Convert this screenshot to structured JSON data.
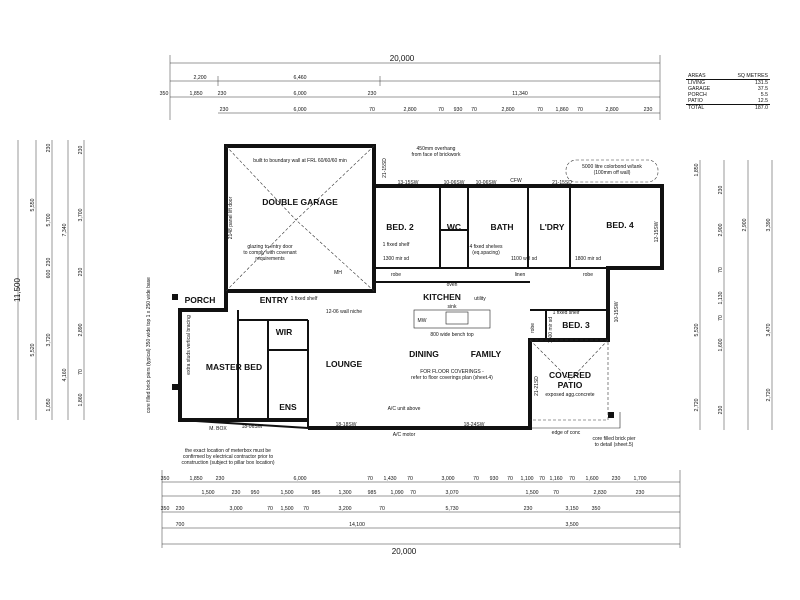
{
  "areas": {
    "header": [
      "AREAS",
      "SQ METRES"
    ],
    "rows": [
      {
        "name": "LIVING",
        "value": "131.5"
      },
      {
        "name": "GARAGE",
        "value": "37.5"
      },
      {
        "name": "PORCH",
        "value": "5.5"
      },
      {
        "name": "PATIO",
        "value": "12.5"
      }
    ],
    "total": {
      "name": "TOTAL",
      "value": "187.0"
    }
  },
  "rooms": {
    "garage": "DOUBLE GARAGE",
    "bed2": "BED. 2",
    "wc": "WC",
    "bath": "BATH",
    "ldry": "L'DRY",
    "bed4": "BED. 4",
    "porch": "PORCH",
    "entry": "ENTRY",
    "kitchen": "KITCHEN",
    "wir": "WIR",
    "master": "MASTER BED",
    "lounge": "LOUNGE",
    "dining": "DINING",
    "family": "FAMILY",
    "bed3": "BED. 3",
    "ens": "ENS",
    "patio_1": "COVERED",
    "patio_2": "PATIO"
  },
  "notes": {
    "boundary": "built to boundary wall at FRL 60/60/60 min",
    "overhang_1": "450mm overhang",
    "overhang_2": "from face of brickwork",
    "tank_1": "5000 litre colorbond w/tank",
    "tank_2": "(100mm off wall)",
    "panel_door": "2148 panel lift door",
    "glazing_1": "glazing to entry door",
    "glazing_2": "to comply with covenant",
    "glazing_3": "requirements",
    "mh": "MH",
    "fixed_shelf_bed2": "1 fixed shelf",
    "robe_bed2": "1300 mir sd",
    "shelves_1": "4 fixed shelves",
    "shelves_2": "(eq.spacing)",
    "ldry_sd": "1100 wyl sd",
    "bed4_sd": "1800 mir sd",
    "entry_shelf": "1 fixed shelf",
    "wall_niche": "12-06 wall niche",
    "bench": "800 wide bench top",
    "floor_1": "FOR FLOOR COVERINGS -",
    "floor_2": "refer to floor coverings plan (sheet.4)",
    "bed3_shelf": "1 fixed shelf",
    "bed3_sd": "1500 mir sd",
    "patio_conc": "exposed agg.concrete",
    "edge_conc": "edge of conc",
    "ac_unit": "A/C unit above",
    "ac_motor": "A/C motor",
    "meter_box": "M. BOX",
    "meterbox_1": "the exact location of meterbox must be",
    "meterbox_2": "confirmed by electrical contractor prior to",
    "meterbox_3": "construction (subject to pillar box location)",
    "pier_1": "core filled brick pier",
    "pier_2": "to detail (sheet.5)",
    "piers_left": "core filled brick piers (typical) 350 wide top 1 x 250 wide base",
    "bracing": "extra studs vertical bracing",
    "robe": "robe",
    "linen": "linen",
    "oven": "oven",
    "sink": "sink",
    "utility": "utility",
    "mw": "MW",
    "windows_top": [
      "13-15SW",
      "10-06SW",
      "10-06SW",
      "CFW",
      "21-15SD"
    ],
    "windows_bottom": [
      "18-06SW",
      "18-18SW",
      "18-24SW"
    ],
    "windows_side": [
      "21-15SD",
      "12-15SW",
      "10-15SW",
      "21-21SD"
    ]
  },
  "dims": {
    "overall": "20,000",
    "top_row1": [
      "2,200",
      "6,460"
    ],
    "top_row2": [
      "350",
      "1,850",
      "230",
      "6,000",
      "230",
      "11,340"
    ],
    "top_row3": [
      "230",
      "6,000",
      "70",
      "2,800",
      "70",
      "930",
      "70",
      "2,800",
      "70",
      "1,860",
      "70",
      "2,800",
      "230"
    ],
    "bottom_row1": [
      "350",
      "1,850",
      "230",
      "6,000",
      "70",
      "1,430",
      "70",
      "3,000",
      "70",
      "930",
      "70",
      "1,100",
      "70",
      "1,160",
      "70",
      "1,600",
      "230",
      "1,700"
    ],
    "bottom_row2": [
      "1,500",
      "230",
      "950",
      "1,500",
      "985",
      "1,300",
      "985",
      "1,090",
      "70",
      "3,070",
      "1,500",
      "70",
      "2,830",
      "230"
    ],
    "bottom_row3": [
      "350",
      "230",
      "3,000",
      "70",
      "1,500",
      "70",
      "3,200",
      "70",
      "5,730",
      "230",
      "3,150",
      "350"
    ],
    "bottom_row4": [
      "700",
      "14,100",
      "3,500"
    ],
    "left_total": "11,500",
    "left_col1": [
      "5,550",
      "5,520"
    ],
    "left_col2": [
      "230",
      "5,700",
      "230",
      "600",
      "3,720",
      "1,050"
    ],
    "left_col3": [
      "7,340",
      "4,160"
    ],
    "left_col4": [
      "230",
      "3,700",
      "230",
      "2,890",
      "70",
      "1,860"
    ],
    "right_col1": [
      "1,850",
      "5,520",
      "2,720"
    ],
    "right_col2": [
      "230",
      "2,900",
      "70",
      "1,130",
      "70",
      "1,600",
      "230"
    ],
    "right_col3": [
      "3,390",
      "2,900",
      "3,470",
      "2,720"
    ]
  }
}
